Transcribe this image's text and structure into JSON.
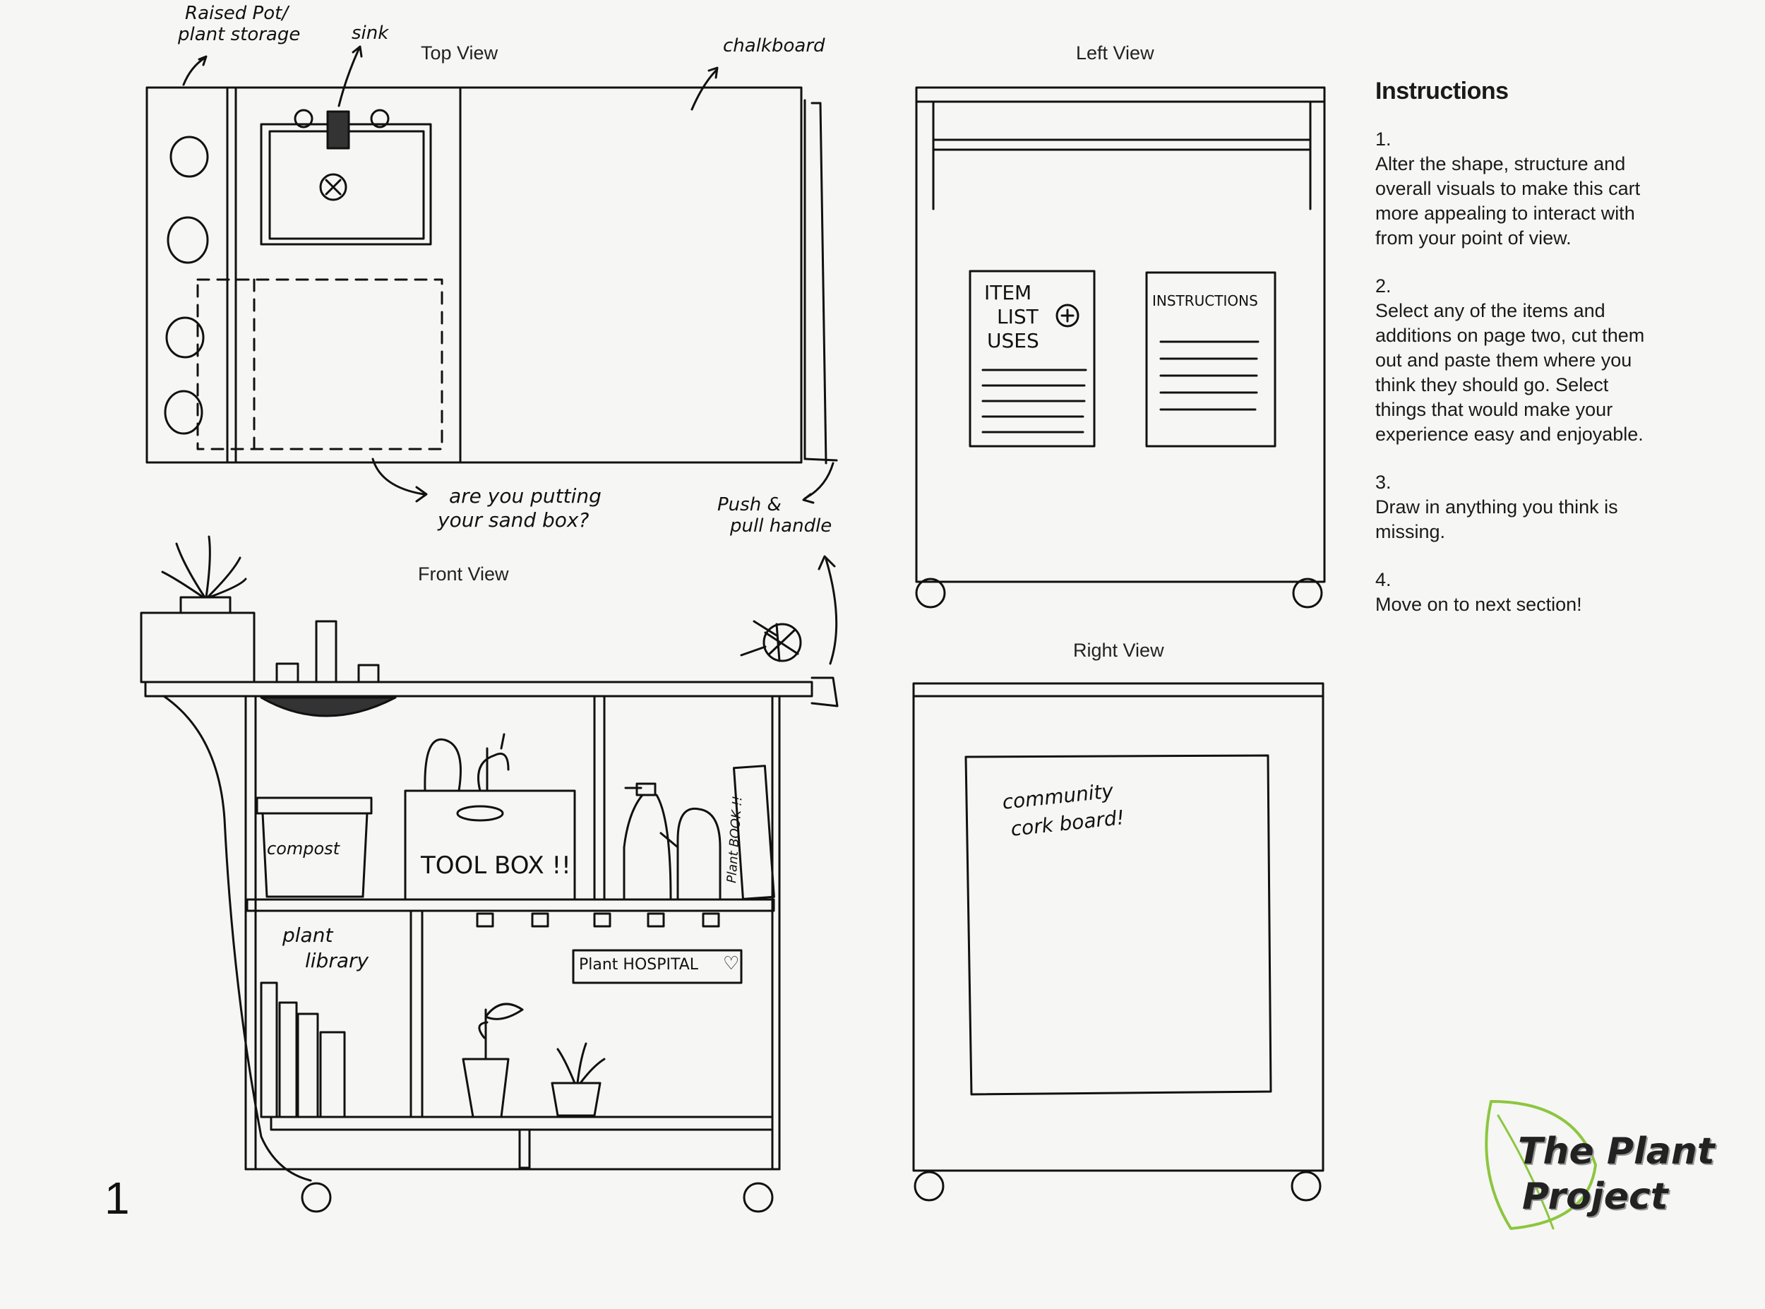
{
  "views": {
    "top": "Top View",
    "left": "Left View",
    "front": "Front View",
    "right": "Right View"
  },
  "annotations": {
    "raised_pot_line1": "Raised Pot/",
    "raised_pot_line2": "plant storage",
    "sink": "sink",
    "chalkboard": "chalkboard",
    "sandbox_line1": "are you putting",
    "sandbox_line2": "your sand box?",
    "handle_line1": "Push &",
    "handle_line2": "pull handle",
    "compost": "compost",
    "toolbox": "TOOL BOX !!",
    "plant_book": "Plant BOOK !!",
    "plant_library_line1": "plant",
    "plant_library_line2": "library",
    "plant_hospital": "Plant HOSPITAL",
    "item_list_line1": "ITEM",
    "item_list_line2": "LIST",
    "item_list_line3": "USES",
    "instructions_card": "INSTRUCTIONS",
    "corkboard_line1": "community",
    "corkboard_line2": "cork board!"
  },
  "instructions": {
    "title": "Instructions",
    "steps": [
      {
        "num": "1.",
        "text": "Alter the shape, structure and overall visuals to make this cart more appealing to interact with from your point of view."
      },
      {
        "num": "2.",
        "text": "Select any of the items and additions on page two, cut them out and paste them where you think they should go. Select things that would make your experience easy and enjoyable."
      },
      {
        "num": "3.",
        "text": "Draw in anything you think is missing."
      },
      {
        "num": "4.",
        "text": "Move on to next section!"
      }
    ]
  },
  "page_number": "1",
  "logo": {
    "line1": "The Plant",
    "line2": "Project",
    "leaf_color": "#8cc63f"
  }
}
